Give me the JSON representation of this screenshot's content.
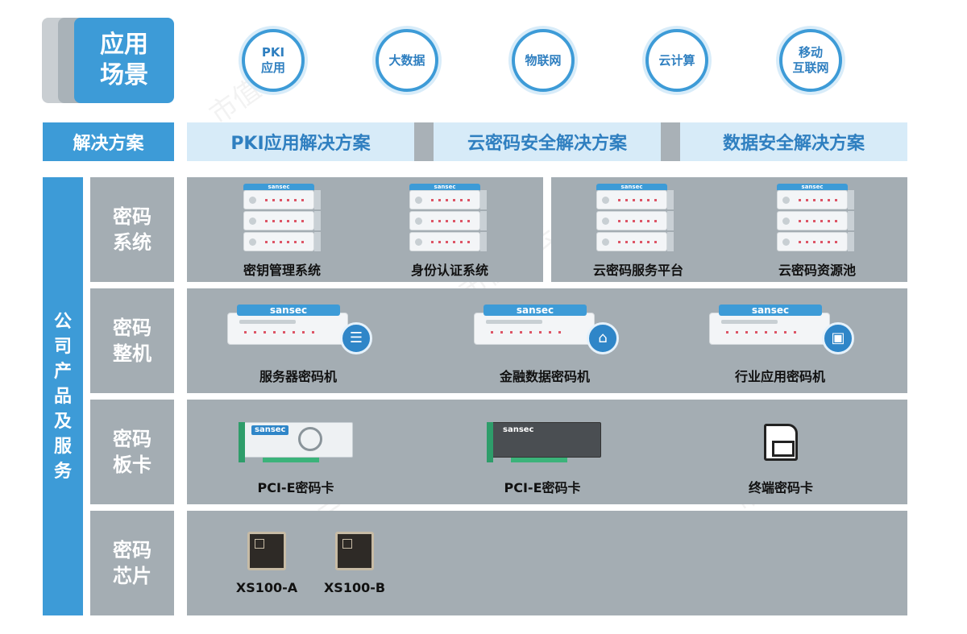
{
  "header": {
    "title_line1": "应用",
    "title_line2": "场景"
  },
  "scenarios": [
    {
      "line1": "PKI",
      "line2": "应用"
    },
    {
      "line1": "大数据",
      "line2": ""
    },
    {
      "line1": "物联网",
      "line2": ""
    },
    {
      "line1": "云计算",
      "line2": ""
    },
    {
      "line1": "移动",
      "line2": "互联网"
    }
  ],
  "solutions": {
    "label": "解决方案",
    "items": [
      "PKI应用解决方案",
      "云密码安全解决方案",
      "数据安全解决方案"
    ]
  },
  "company": {
    "chars": [
      "公",
      "司",
      "产",
      "品",
      "及",
      "服",
      "务"
    ]
  },
  "categories": [
    {
      "line1": "密码",
      "line2": "系统"
    },
    {
      "line1": "密码",
      "line2": "整机"
    },
    {
      "line1": "密码",
      "line2": "板卡"
    },
    {
      "line1": "密码",
      "line2": "芯片"
    }
  ],
  "systems": [
    "密钥管理系统",
    "身份认证系统",
    "云密码服务平台",
    "云密码资源池"
  ],
  "machines": [
    "服务器密码机",
    "金融数据密码机",
    "行业应用密码机"
  ],
  "cards": [
    "PCI-E密码卡",
    "PCI-E密码卡",
    "终端密码卡"
  ],
  "chips": [
    "XS100-A",
    "XS100-B"
  ],
  "brand": "sansec",
  "watermark": "市值风云",
  "icons": {
    "machine_badges": [
      "server-stack-icon",
      "bank-icon",
      "briefcase-icon"
    ],
    "card_fan": "fan-icon"
  },
  "colors": {
    "accent": "#3d9bd7",
    "gray": "#a4adb3",
    "light": "#d7ebf8"
  }
}
